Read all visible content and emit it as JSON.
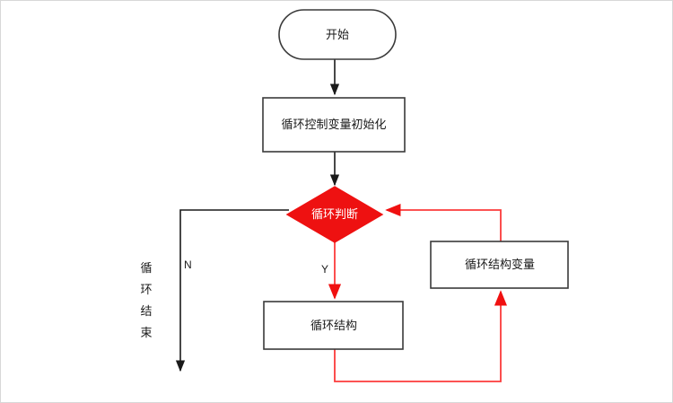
{
  "diagram": {
    "title_text_language": "zh",
    "background_color": "#ffffff",
    "border_color": "#d8d8d8",
    "nodes": {
      "start": {
        "label": "开始",
        "shape": "stadium",
        "fill": "#ffffff",
        "stroke": "#3a3a3a"
      },
      "init": {
        "label": "循环控制变量初始化",
        "shape": "rectangle",
        "fill": "#ffffff",
        "stroke": "#3a3a3a"
      },
      "decision": {
        "label": "循环判断",
        "shape": "diamond",
        "fill": "#ee1111",
        "text_color": "#ffffff"
      },
      "body": {
        "label": "循环结构",
        "shape": "rectangle",
        "fill": "#ffffff",
        "stroke": "#3a3a3a"
      },
      "variable": {
        "label": "循环结构变量",
        "shape": "rectangle",
        "fill": "#ffffff",
        "stroke": "#3a3a3a"
      }
    },
    "edges": {
      "start_to_init": {
        "label": "",
        "color": "#1a1a1a"
      },
      "init_to_decision": {
        "label": "",
        "color": "#1a1a1a"
      },
      "decision_no": {
        "label": "N",
        "color": "#1a1a1a"
      },
      "decision_yes": {
        "label": "Y",
        "color": "#fb3b3b"
      },
      "body_to_variable": {
        "label": "",
        "color": "#fb3b3b"
      },
      "variable_to_decision": {
        "label": "",
        "color": "#fb3b3b"
      }
    },
    "annotations": {
      "loop_end": "循环结束"
    }
  }
}
